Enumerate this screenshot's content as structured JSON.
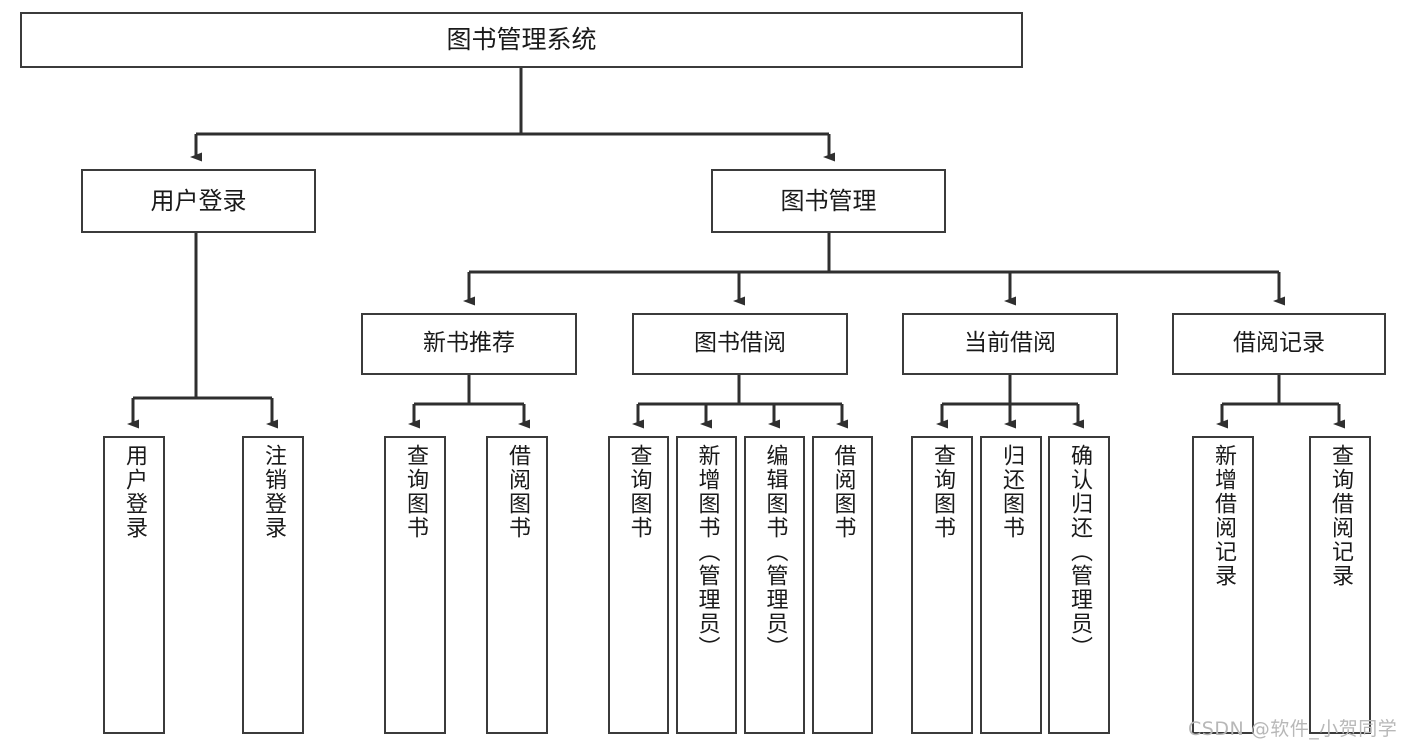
{
  "diagram": {
    "type": "hierarchy-tree",
    "title": "图书管理系统",
    "watermark": "CSDN @软件_小贺同学",
    "colors": {
      "border": "#3b3b3b",
      "background": "#ffffff",
      "text": "#1a1a1a",
      "connector": "#2f2f2f",
      "watermark": "#b8b8b8"
    },
    "levels": {
      "root": {
        "label": "图书管理系统"
      },
      "level1": [
        {
          "label": "用户登录"
        },
        {
          "label": "图书管理"
        }
      ],
      "level2": [
        {
          "label": "新书推荐"
        },
        {
          "label": "图书借阅"
        },
        {
          "label": "当前借阅"
        },
        {
          "label": "借阅记录"
        }
      ],
      "leaves": [
        {
          "label": "用户登录",
          "parent": "用户登录"
        },
        {
          "label": "注销登录",
          "parent": "用户登录"
        },
        {
          "label": "查询图书",
          "parent": "新书推荐"
        },
        {
          "label": "借阅图书",
          "parent": "新书推荐"
        },
        {
          "label": "查询图书",
          "parent": "图书借阅"
        },
        {
          "label": "新增图书（管理员）",
          "parent": "图书借阅"
        },
        {
          "label": "编辑图书（管理员）",
          "parent": "图书借阅"
        },
        {
          "label": "借阅图书",
          "parent": "图书借阅"
        },
        {
          "label": "查询图书",
          "parent": "当前借阅"
        },
        {
          "label": "归还图书",
          "parent": "当前借阅"
        },
        {
          "label": "确认归还（管理员）",
          "parent": "当前借阅"
        },
        {
          "label": "新增借阅记录",
          "parent": "借阅记录"
        },
        {
          "label": "查询借阅记录",
          "parent": "借阅记录"
        }
      ]
    }
  }
}
